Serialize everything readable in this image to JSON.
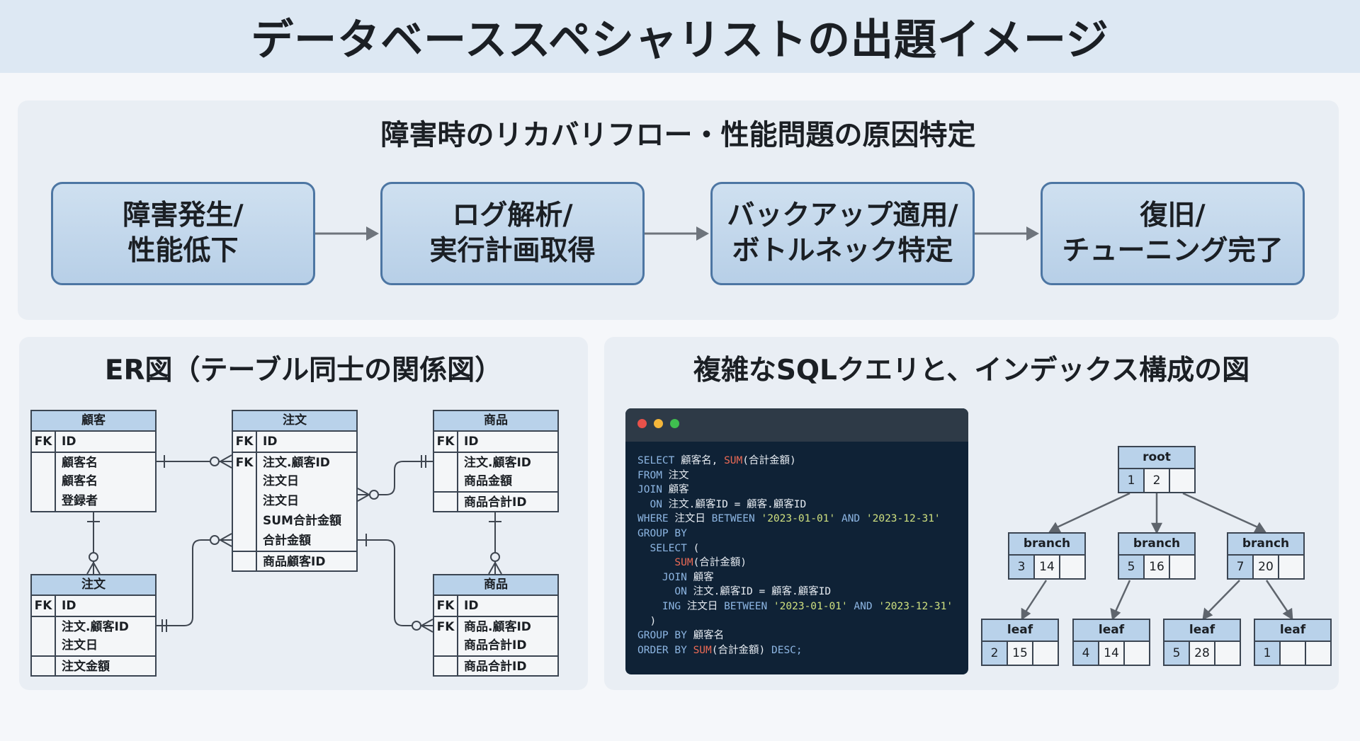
{
  "title": "データベーススペシャリストの出題イメージ",
  "flow_section": {
    "title": "障害時のリカバリフロー・性能問題の原因特定",
    "steps": [
      {
        "line1": "障害発生/",
        "line2": "性能低下"
      },
      {
        "line1": "ログ解析/",
        "line2": "実行計画取得"
      },
      {
        "line1": "バックアップ適用/",
        "line2": "ボトルネック特定"
      },
      {
        "line1": "復旧/",
        "line2": "チューニング完了"
      }
    ]
  },
  "er_section": {
    "title": "ER図（テーブル同士の関係図）",
    "tables": [
      {
        "name": "顧客",
        "rows": [
          [
            "FK",
            "ID",
            false
          ],
          [
            "",
            "顧客名",
            true
          ],
          [
            "",
            "顧客名",
            false
          ],
          [
            "",
            "登録者",
            false
          ]
        ]
      },
      {
        "name": "注文",
        "rows": [
          [
            "FK",
            "ID",
            false
          ],
          [
            "FK",
            "注文.顧客ID",
            true
          ],
          [
            "",
            "注文日",
            false
          ],
          [
            "",
            "注文日",
            false
          ],
          [
            "",
            "SUM合計金額",
            false
          ],
          [
            "",
            "合計金額",
            false
          ],
          [
            "",
            "商品顧客ID",
            true
          ]
        ]
      },
      {
        "name": "商品",
        "rows": [
          [
            "FK",
            "ID",
            false
          ],
          [
            "",
            "注文.顧客ID",
            true
          ],
          [
            "",
            "商品金額",
            false
          ],
          [
            "",
            "商品合計ID",
            true
          ]
        ]
      },
      {
        "name": "注文",
        "rows": [
          [
            "FK",
            "ID",
            false
          ],
          [
            "",
            "注文.顧客ID",
            true
          ],
          [
            "",
            "注文日",
            false
          ],
          [
            "",
            "注文金額",
            true
          ]
        ]
      },
      {
        "name": "商品",
        "rows": [
          [
            "FK",
            "ID",
            false
          ],
          [
            "FK",
            "商品.顧客ID",
            true
          ],
          [
            "",
            "商品合計ID",
            false
          ],
          [
            "",
            "商品合計ID",
            true
          ]
        ]
      }
    ]
  },
  "sql_section": {
    "title": "複雑なSQLクエリと、インデックス構成の図",
    "window_dots": [
      "#e8514a",
      "#f4b63a",
      "#3fbf4f"
    ],
    "code_lines": [
      [
        [
          "kw",
          "SELECT "
        ],
        [
          "t",
          "顧客名, "
        ],
        [
          "fn",
          "SUM"
        ],
        [
          "t",
          "(合計金額)"
        ]
      ],
      [
        [
          "kw",
          "FROM "
        ],
        [
          "t",
          "注文"
        ]
      ],
      [
        [
          "kw",
          "JOIN "
        ],
        [
          "t",
          "顧客"
        ]
      ],
      [
        [
          "kw",
          "  ON "
        ],
        [
          "t",
          "注文.顧客ID = 顧客.顧客ID"
        ]
      ],
      [
        [
          "kw",
          "WHERE "
        ],
        [
          "t",
          "注文日 "
        ],
        [
          "kw",
          "BETWEEN "
        ],
        [
          "str",
          "'2023-01-01'"
        ],
        [
          "kw",
          " AND "
        ],
        [
          "str",
          "'2023-12-31'"
        ]
      ],
      [
        [
          "kw",
          "GROUP BY"
        ]
      ],
      [
        [
          "kw",
          "  SELECT "
        ],
        [
          "t",
          "("
        ]
      ],
      [
        [
          "fn",
          "      SUM"
        ],
        [
          "t",
          "(合計金額)"
        ]
      ],
      [
        [
          "kw",
          "    JOIN "
        ],
        [
          "t",
          "顧客"
        ]
      ],
      [
        [
          "kw",
          "      ON "
        ],
        [
          "t",
          "注文.顧客ID = 顧客.顧客ID"
        ]
      ],
      [
        [
          "kw",
          "    ING "
        ],
        [
          "t",
          "注文日 "
        ],
        [
          "kw",
          "BETWEEN "
        ],
        [
          "str",
          "'2023-01-01'"
        ],
        [
          "kw",
          " AND "
        ],
        [
          "str",
          "'2023-12-31'"
        ]
      ],
      [
        [
          "t",
          "  )"
        ]
      ],
      [
        [
          "kw",
          "GROUP BY "
        ],
        [
          "t",
          "顧客名"
        ]
      ],
      [
        [
          "kw",
          "ORDER BY "
        ],
        [
          "fn",
          "SUM"
        ],
        [
          "t",
          "(合計金額) "
        ],
        [
          "kw",
          "DESC;"
        ]
      ]
    ],
    "tree": {
      "root": {
        "label": "root",
        "keys": [
          "1",
          "2",
          ""
        ]
      },
      "branches": [
        {
          "label": "branch",
          "keys": [
            "3",
            "14",
            ""
          ]
        },
        {
          "label": "branch",
          "keys": [
            "5",
            "16",
            ""
          ]
        },
        {
          "label": "branch",
          "keys": [
            "7",
            "20",
            ""
          ]
        }
      ],
      "leaves": [
        {
          "label": "leaf",
          "keys": [
            "2",
            "15",
            ""
          ]
        },
        {
          "label": "leaf",
          "keys": [
            "4",
            "14",
            ""
          ]
        },
        {
          "label": "leaf",
          "keys": [
            "5",
            "28",
            ""
          ]
        },
        {
          "label": "leaf",
          "keys": [
            "1",
            "",
            ""
          ]
        }
      ]
    }
  }
}
